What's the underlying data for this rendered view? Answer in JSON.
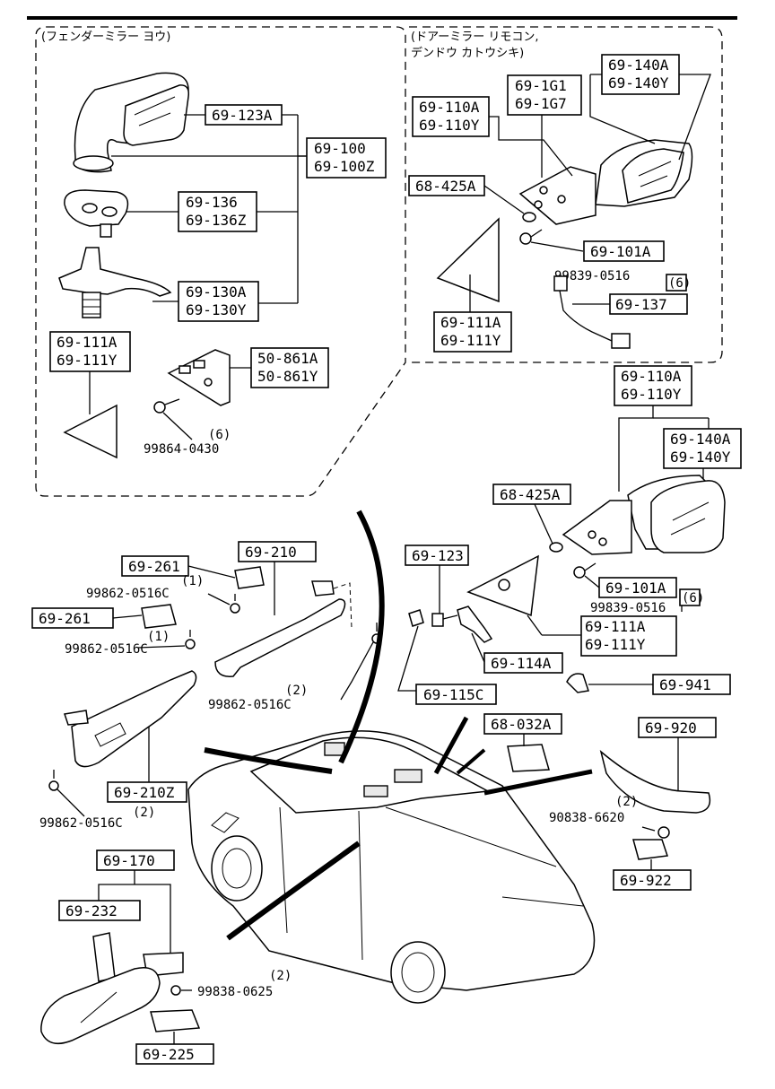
{
  "groups": {
    "fender": "(フェンダーミラー ヨウ)",
    "door_line1": "(ドアーミラー リモコン,",
    "door_line2": "デンドウ カトウシキ)"
  },
  "parts": {
    "p69_123A": "69-123A",
    "p69_100": "69-100",
    "p69_100Z": "69-100Z",
    "p69_136": "69-136",
    "p69_136Z": "69-136Z",
    "p69_130A": "69-130A",
    "p69_130Y": "69-130Y",
    "p69_111A_a": "69-111A",
    "p69_111Y_a": "69-111Y",
    "p50_861A": "50-861A",
    "p50_861Y": "50-861Y",
    "p69_1G1": "69-1G1",
    "p69_1G7": "69-1G7",
    "p69_140A_a": "69-140A",
    "p69_140Y_a": "69-140Y",
    "p69_110A_a": "69-110A",
    "p69_110Y_a": "69-110Y",
    "p68_425A_a": "68-425A",
    "p69_101A_a": "69-101A",
    "p69_137": "69-137",
    "p69_111A_b": "69-111A",
    "p69_111Y_b": "69-111Y",
    "p69_110A_b": "69-110A",
    "p69_110Y_b": "69-110Y",
    "p69_140A_b": "69-140A",
    "p69_140Y_b": "69-140Y",
    "p68_425A_b": "68-425A",
    "p69_101A_b": "69-101A",
    "p69_111A_c": "69-111A",
    "p69_111Y_c": "69-111Y",
    "p69_123": "69-123",
    "p69_114A": "69-114A",
    "p69_115C": "69-115C",
    "p68_032A": "68-032A",
    "p69_941": "69-941",
    "p69_920": "69-920",
    "p69_922": "69-922",
    "p69_261_a": "69-261",
    "p69_261_b": "69-261",
    "p69_210": "69-210",
    "p69_210Z": "69-210Z",
    "p69_170": "69-170",
    "p69_232": "69-232",
    "p69_225": "69-225"
  },
  "fasteners": {
    "f99864_0430": "99864-0430",
    "q6_a": "(6)",
    "f99839_0516_a": "99839-0516",
    "q6_b": "(6)",
    "f99839_0516_b": "99839-0516",
    "q6_c": "(6)",
    "f99862_0516C_a": "99862-0516C",
    "q1_a": "(1)",
    "f99862_0516C_b": "99862-0516C",
    "q1_b": "(1)",
    "f99862_0516C_c": "99862-0516C",
    "q2_a": "(2)",
    "f99862_0516C_d": "99862-0516C",
    "q2_b": "(2)",
    "f90838_6620": "90838-6620",
    "q2_c": "(2)",
    "f99838_0625": "99838-0625",
    "q2_d": "(2)"
  }
}
